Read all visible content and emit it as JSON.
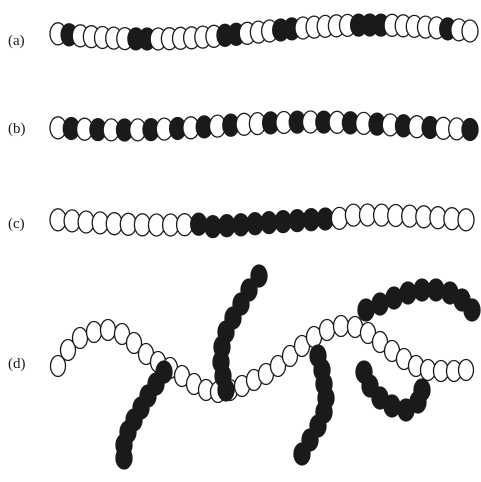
{
  "figure": {
    "panels": [
      {
        "id": "a",
        "label": "(a)"
      },
      {
        "id": "b",
        "label": "(b)"
      },
      {
        "id": "c",
        "label": "(c)"
      },
      {
        "id": "d",
        "label": "(d)"
      }
    ]
  },
  "colors": {
    "filled_bead": "#1a1a1a",
    "open_bead": "#ffffff",
    "outline": "#1a1a1a"
  }
}
